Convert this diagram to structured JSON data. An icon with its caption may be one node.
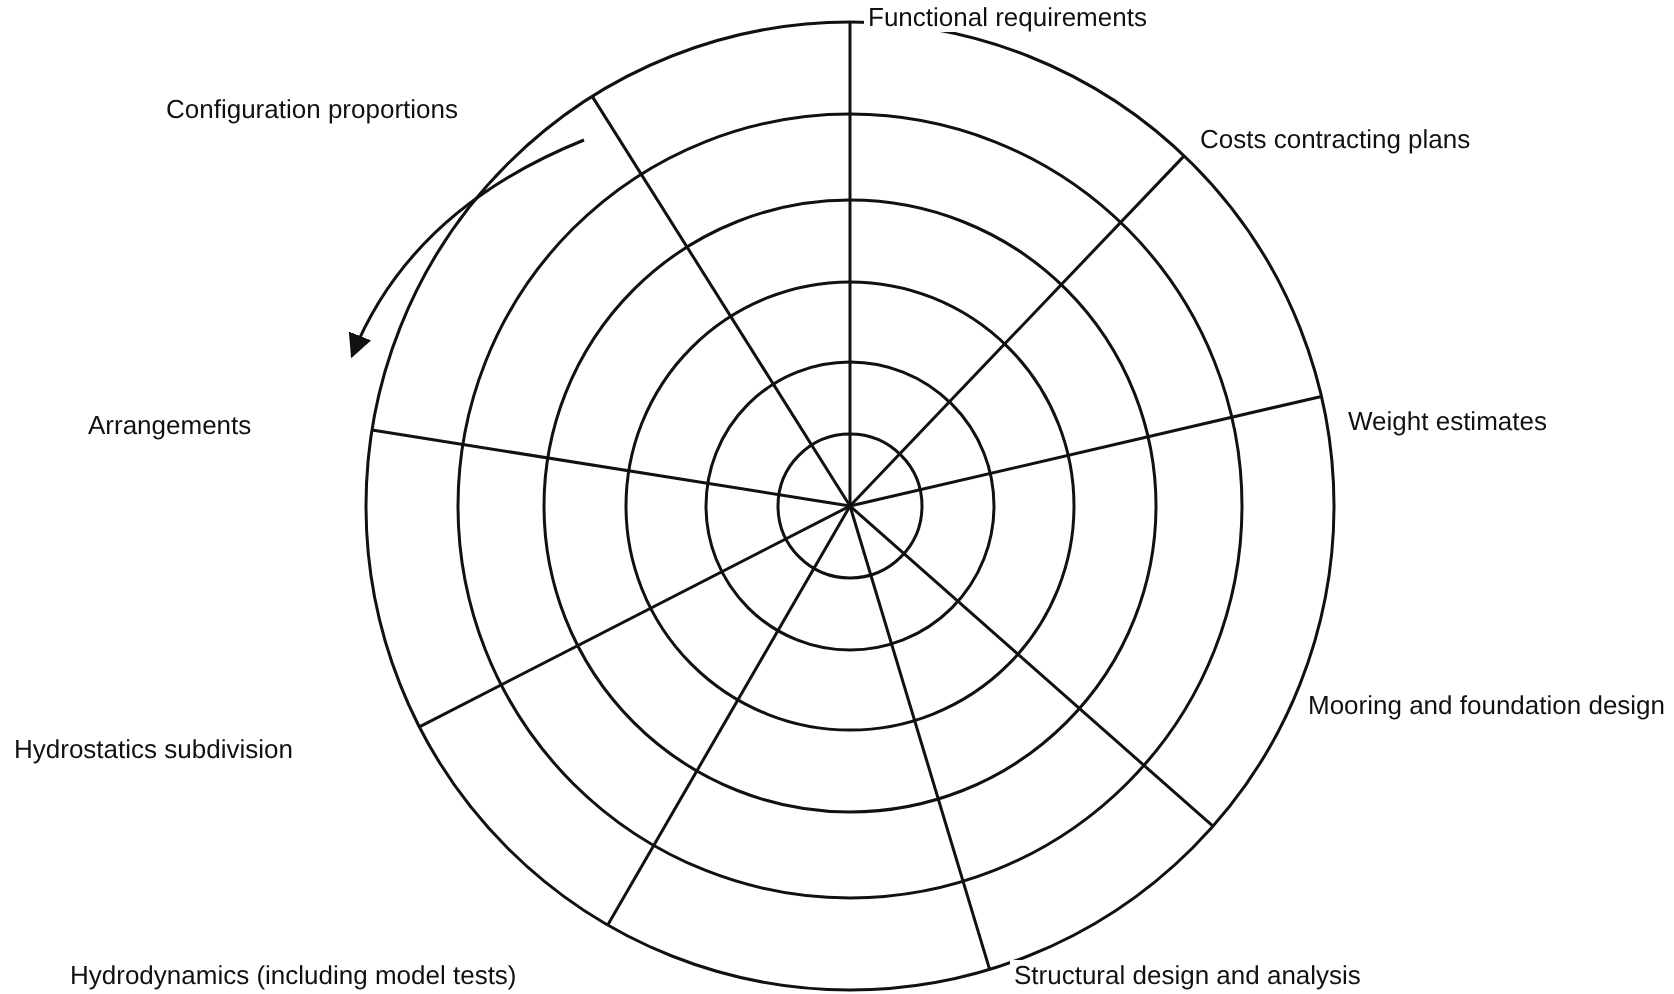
{
  "diagram": {
    "labels": [
      "Functional requirements",
      "Configuration proportions",
      "Costs contracting plans",
      "Arrangements",
      "Weight estimates",
      "Hydrostatics subdivision",
      "Mooring and foundation design",
      "Hydrodynamics (including model tests)",
      "Structural design and analysis"
    ]
  }
}
